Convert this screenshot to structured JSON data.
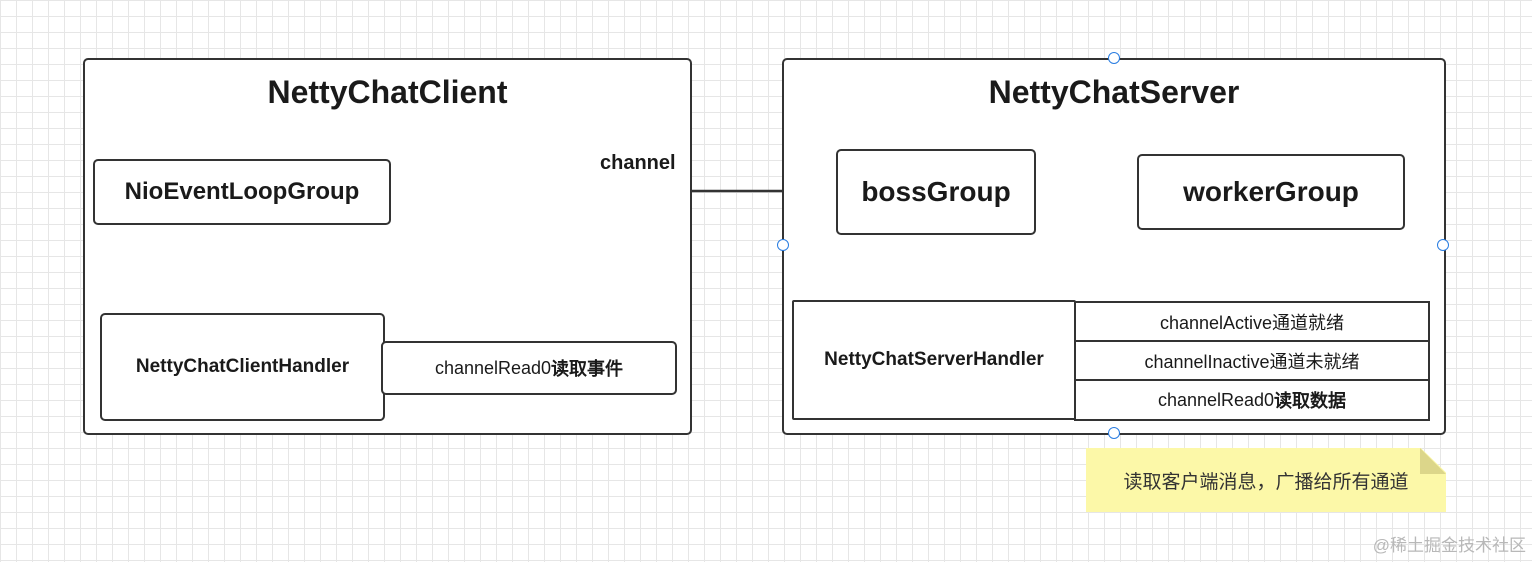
{
  "client": {
    "title": "NettyChatClient",
    "event_loop": "NioEventLoopGroup",
    "handler": "NettyChatClientHandler",
    "read_prefix": "channelRead0",
    "read_suffix": "读取事件"
  },
  "connection_label": "channel",
  "server": {
    "title": "NettyChatServer",
    "boss": "bossGroup",
    "worker": "workerGroup",
    "handler": "NettyChatServerHandler",
    "active": "channelActive通道就绪",
    "inactive": "channelInactive通道未就绪",
    "read_prefix": "channelRead0",
    "read_suffix": "读取数据"
  },
  "note": "读取客户端消息，广播给所有通道",
  "watermark": "@稀土掘金技术社区"
}
